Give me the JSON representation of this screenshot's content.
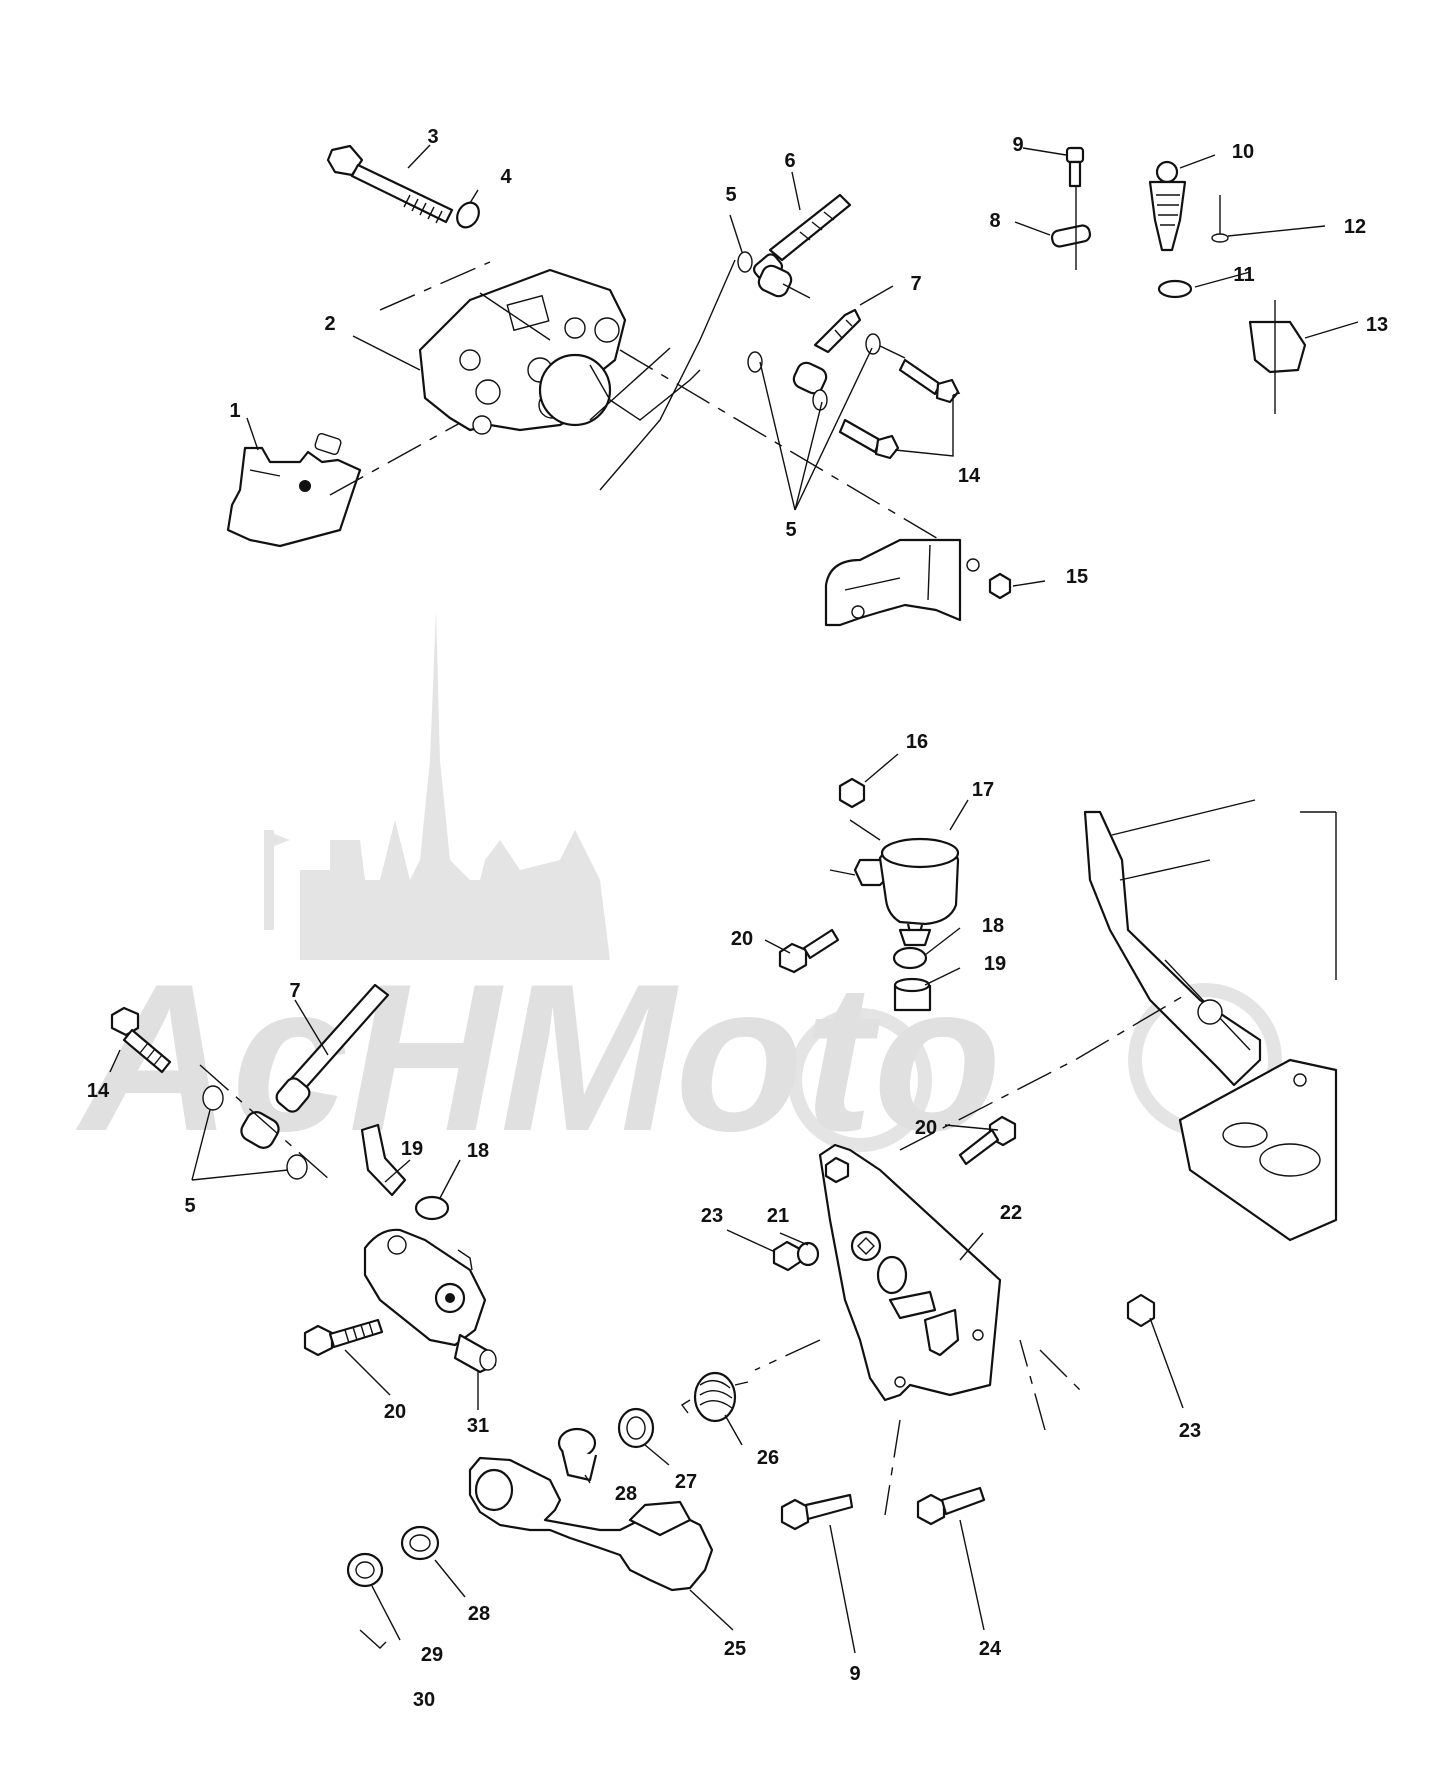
{
  "watermark": {
    "text": "AcHMoto"
  },
  "callouts": [
    {
      "id": "c1",
      "text": "1"
    },
    {
      "id": "c2",
      "text": "2"
    },
    {
      "id": "c3",
      "text": "3"
    },
    {
      "id": "c4",
      "text": "4"
    },
    {
      "id": "c5a",
      "text": "5"
    },
    {
      "id": "c6",
      "text": "6"
    },
    {
      "id": "c7a",
      "text": "7"
    },
    {
      "id": "c5b",
      "text": "5"
    },
    {
      "id": "c14a",
      "text": "14"
    },
    {
      "id": "c15",
      "text": "15"
    },
    {
      "id": "c9a",
      "text": "9"
    },
    {
      "id": "c8",
      "text": "8"
    },
    {
      "id": "c10",
      "text": "10"
    },
    {
      "id": "c12",
      "text": "12"
    },
    {
      "id": "c11",
      "text": "11"
    },
    {
      "id": "c13",
      "text": "13"
    },
    {
      "id": "c16",
      "text": "16"
    },
    {
      "id": "c17",
      "text": "17"
    },
    {
      "id": "c20a",
      "text": "20"
    },
    {
      "id": "c18a",
      "text": "18"
    },
    {
      "id": "c19a",
      "text": "19"
    },
    {
      "id": "c7b",
      "text": "7"
    },
    {
      "id": "c14b",
      "text": "14"
    },
    {
      "id": "c19b",
      "text": "19"
    },
    {
      "id": "c18b",
      "text": "18"
    },
    {
      "id": "c5c",
      "text": "5"
    },
    {
      "id": "c20b",
      "text": "20"
    },
    {
      "id": "c23a",
      "text": "23"
    },
    {
      "id": "c21",
      "text": "21"
    },
    {
      "id": "c22",
      "text": "22"
    },
    {
      "id": "c20c",
      "text": "20"
    },
    {
      "id": "c31",
      "text": "31"
    },
    {
      "id": "c26",
      "text": "26"
    },
    {
      "id": "c23b",
      "text": "23"
    },
    {
      "id": "c28a",
      "text": "28"
    },
    {
      "id": "c27",
      "text": "27"
    },
    {
      "id": "c28b",
      "text": "28"
    },
    {
      "id": "c29",
      "text": "29"
    },
    {
      "id": "c30",
      "text": "30"
    },
    {
      "id": "c25",
      "text": "25"
    },
    {
      "id": "c9b",
      "text": "9"
    },
    {
      "id": "c24",
      "text": "24"
    }
  ]
}
